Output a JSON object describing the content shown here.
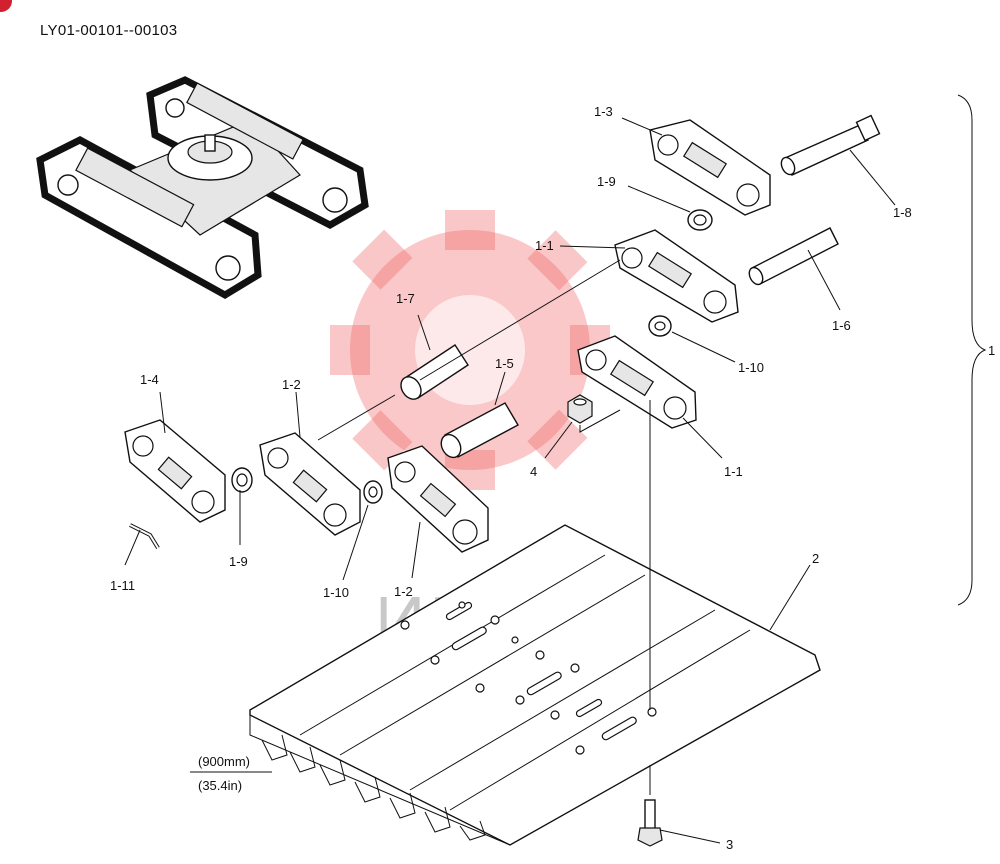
{
  "header": {
    "part_code": "LY01-00101--00103"
  },
  "watermark": {
    "text": "ИНТЕХ",
    "color": "#f06060"
  },
  "dimension": {
    "metric": "(900mm)",
    "imperial": "(35.4in)"
  },
  "labels": {
    "p1_1_a": "1-1",
    "p1_1_b": "1-1",
    "p1_2_a": "1-2",
    "p1_2_b": "1-2",
    "p1_3": "1-3",
    "p1_4": "1-4",
    "p1_5": "1-5",
    "p1_6": "1-6",
    "p1_7": "1-7",
    "p1_8": "1-8",
    "p1_9_a": "1-9",
    "p1_9_b": "1-9",
    "p1_10_a": "1-10",
    "p1_10_b": "1-10",
    "p1_11": "1-11",
    "p1": "1",
    "p2": "2",
    "p3": "3",
    "p4": "4"
  }
}
